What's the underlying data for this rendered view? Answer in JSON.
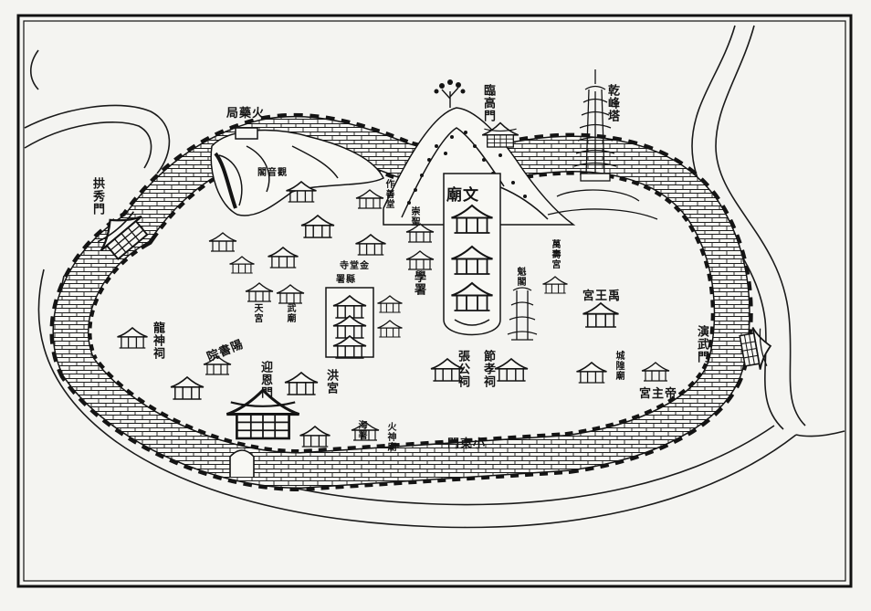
{
  "map": {
    "colors": {
      "ink": "#141414",
      "paper": "#f4f4f1",
      "frame": "#111111"
    },
    "labels": {
      "gongxiu_gate": "拱秀門",
      "gunpowder_bureau": "火藥局",
      "guanyin_pavilion": "觀音閣",
      "lingao_gate": "臨高門",
      "qianfeng_pagoda": "乾峰塔",
      "confucian_temple": "文廟",
      "zuoshan_hall": "作善堂",
      "chongsheng": "崇聖",
      "education_office": "學署",
      "county_office": "縣署",
      "jintang_temple": "金堂寺",
      "tian_palace": "天宮",
      "martial_temple": "武廟",
      "dragon_shrine": "龍神祠",
      "academy": "陽書院",
      "yingen_gate": "迎恩門",
      "hong_palace": "洪宮",
      "hai_office": "海署",
      "fire_god_temple": "火神廟",
      "small_east_gate": "小東門",
      "zhang_shrine": "張公祠",
      "jiexiao_shrine": "節孝祠",
      "kui_pavilion": "魁閣",
      "wanshou_palace": "萬壽宮",
      "yuwang_palace": "禹王宮",
      "yanwu_gate": "演武門",
      "dizhu_palace": "帝主宮",
      "chenghuang_temple": "城隍廟"
    }
  }
}
